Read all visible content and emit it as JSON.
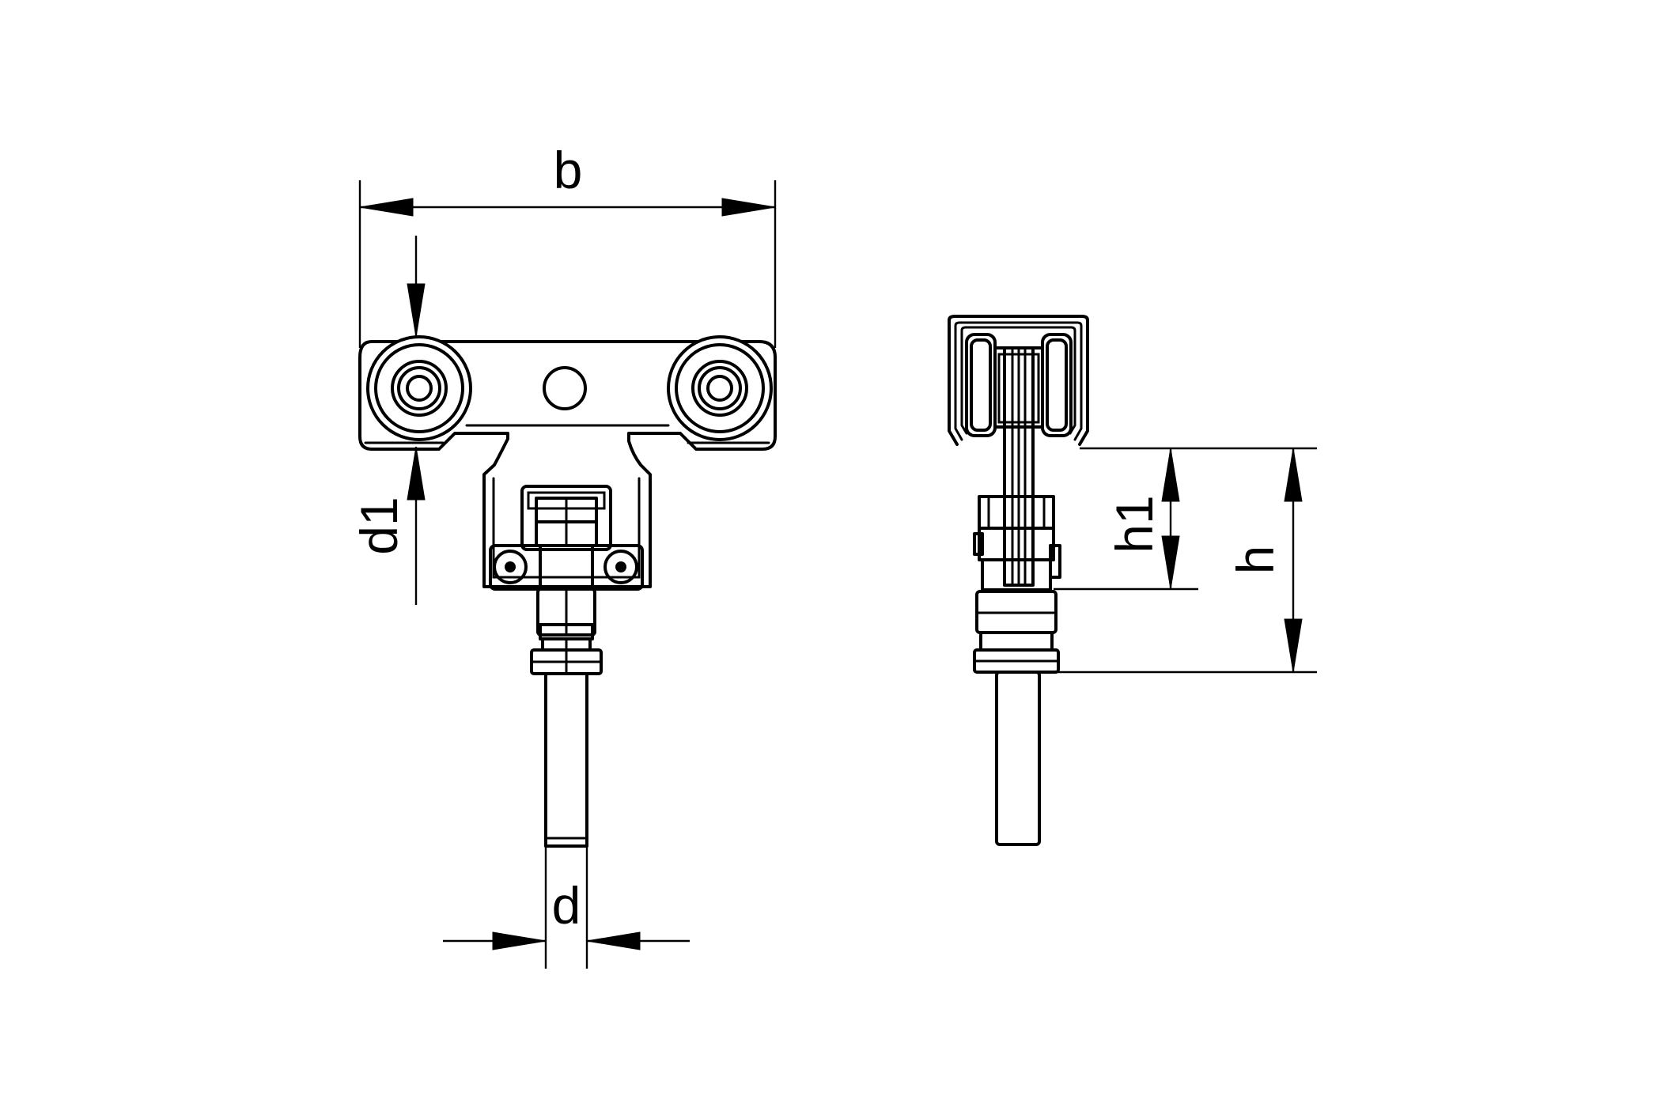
{
  "colors": {
    "line": "#000000",
    "background": "#ffffff"
  },
  "dimensions": {
    "b": "b",
    "d1": "d1",
    "d": "d",
    "h1": "h1",
    "h": "h"
  }
}
